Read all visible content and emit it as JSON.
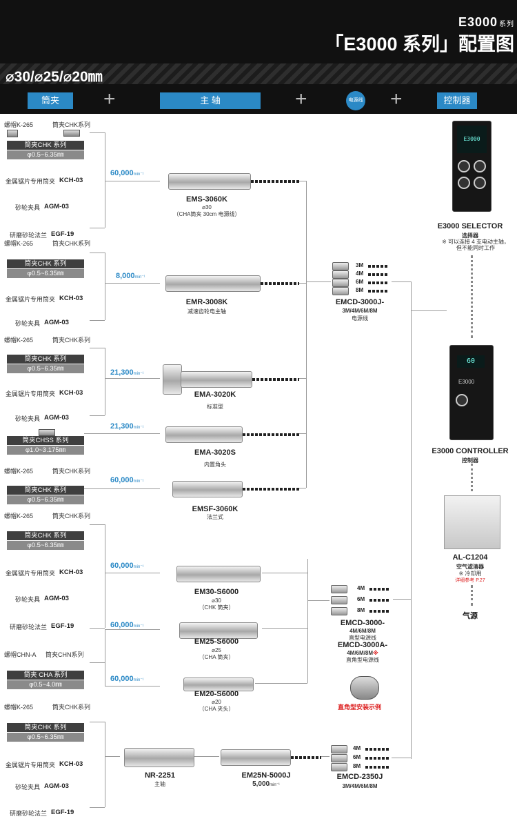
{
  "header": {
    "brand": "E3000",
    "brand_suffix": "系列",
    "title": "「E3000 系列」配置图",
    "sizes": "⌀30/⌀25/⌀20㎜"
  },
  "tabs": {
    "collet": "筒夹",
    "spindle": "主 轴",
    "cable": "电源线",
    "controller": "控制器"
  },
  "labels": {
    "nut_k265": "螺帽K-265",
    "nut_chna": "螺帽CHN-A",
    "chk_series": "筒夹CHK系列",
    "chn_series": "筒夹CHN系列",
    "kch": "金属锯片专用筒夹",
    "kch_code": "KCH-03",
    "agm": "砂轮夹具",
    "agm_code": "AGM-03",
    "egf": "研磨砂轮法兰",
    "egf_code": "EGF-19"
  },
  "bars": {
    "chk": "筒夹CHK 系列",
    "chk_range": "φ0.5~6.35㎜",
    "chss": "筒夹CHSS 系列",
    "chss_range": "φ1.0~3.175㎜",
    "cha": "筒夹 CHA 系列",
    "cha_range": "φ0.5~4.0㎜"
  },
  "speeds": {
    "s60": "60,000",
    "s8": "8,000",
    "s21": "21,300",
    "unit": "min⁻¹"
  },
  "spindles": {
    "ems": {
      "name": "EMS-3060K",
      "sub1": "⌀30",
      "sub2": "（CHA筒夹 30cm 电源线）"
    },
    "emr": {
      "name": "EMR-3008K",
      "sub1": "减速齿轮电主轴"
    },
    "ema1": {
      "name": "EMA-3020K",
      "sub1": "标准型"
    },
    "ema2": {
      "name": "EMA-3020S",
      "sub1": "内置角头"
    },
    "emsf": {
      "name": "EMSF-3060K",
      "sub1": "法兰式"
    },
    "em30": {
      "name": "EM30-S6000",
      "sub1": "⌀30",
      "sub2": "（CHK 筒夹）"
    },
    "em25": {
      "name": "EM25-S6000",
      "sub1": "⌀25",
      "sub2": "（CHA 筒夹）"
    },
    "em20": {
      "name": "EM20-S6000",
      "sub1": "⌀20",
      "sub2": "（CHA 夹头）"
    },
    "nr": {
      "name": "NR-2251",
      "sub1": "主轴"
    },
    "em25n": {
      "name": "EM25N-5000J",
      "sub1": "5,000"
    }
  },
  "cables": {
    "emcd3000j": {
      "name": "EMCD-3000J-",
      "sub1": "3M/4M/6M/8M",
      "sub2": "电源线",
      "lengths": [
        "3M",
        "4M",
        "6M",
        "8M"
      ]
    },
    "emcd3000": {
      "name": "EMCD-3000-",
      "sub1": "4M/6M/8M",
      "sub2": "直型电源线",
      "name2": "EMCD-3000A-",
      "sub3": "4M/6M/8M",
      "mark": "※",
      "sub4": "直角型电源线",
      "lengths": [
        "4M",
        "6M",
        "8M"
      ]
    },
    "emcd2350": {
      "name": "EMCD-2350J",
      "sub1": "3M/4M/6M/8M",
      "lengths": [
        "4M",
        "6M",
        "8M"
      ]
    },
    "right_angle_note": "直角型安装示例"
  },
  "controllers": {
    "selector": {
      "name": "E3000 SELECTOR",
      "sub1": "选择器",
      "note1": "※ 可以连接 4 支电动主轴，",
      "note2": "但不能同时工作",
      "screen": "E3000"
    },
    "controller": {
      "name": "E3000 CONTROLLER",
      "sub1": "控制器",
      "screen": "60",
      "panel": "E3000"
    },
    "filter": {
      "name": "AL-C1204",
      "sub1": "空气滤清器",
      "note": "※ 冷却用",
      "ref": "详细参考 P.27"
    },
    "air": "气源"
  }
}
